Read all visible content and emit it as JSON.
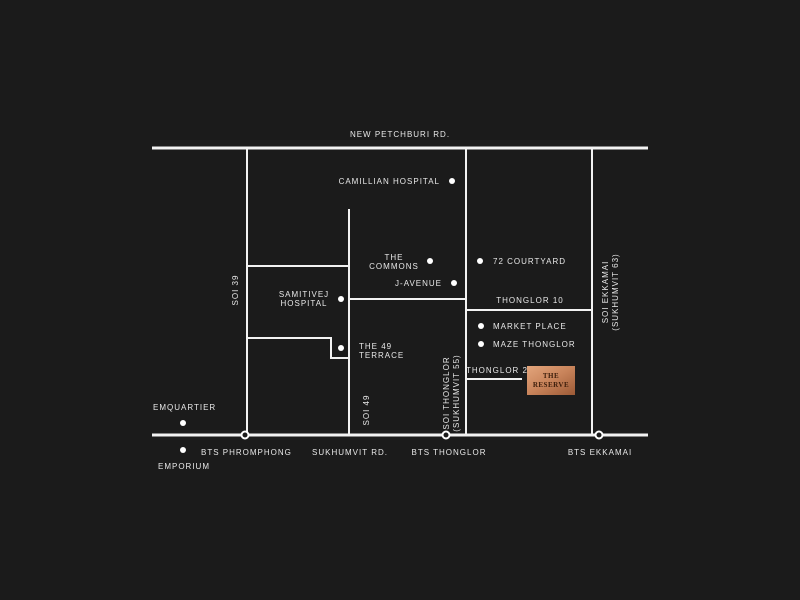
{
  "roads": {
    "new_petchburi": "NEW PETCHBURI RD.",
    "sukhumvit": "SUKHUMVIT RD.",
    "soi_39": "SOI 39",
    "soi_49": "SOI 49",
    "soi_thonglor_1": "SOI THONGLOR",
    "soi_thonglor_2": "(SUKHUMVIT 55)",
    "soi_ekkamai_1": "SOI EKKAMAI",
    "soi_ekkamai_2": "(SUKHUMVIT 63)",
    "thonglor_10": "THONGLOR 10",
    "thonglor_2": "THONGLOR 2"
  },
  "places": {
    "camillian": "CAMILLIAN HOSPITAL",
    "commons_1": "THE",
    "commons_2": "COMMONS",
    "j_avenue": "J-AVENUE",
    "courtyard": "72 COURTYARD",
    "samitivej_1": "SAMITIVEJ",
    "samitivej_2": "HOSPITAL",
    "terrace_1": "THE 49",
    "terrace_2": "TERRACE",
    "market_place": "MARKET PLACE",
    "maze": "MAZE THONGLOR",
    "emquartier": "EMQUARTIER",
    "emporium": "EMPORIUM"
  },
  "stations": {
    "phromphong": "BTS PHROMPHONG",
    "thonglor": "BTS THONGLOR",
    "ekkamai": "BTS EKKAMAI"
  },
  "project": {
    "line1": "THE",
    "line2": "RESERVE",
    "color": "#c8835a"
  }
}
